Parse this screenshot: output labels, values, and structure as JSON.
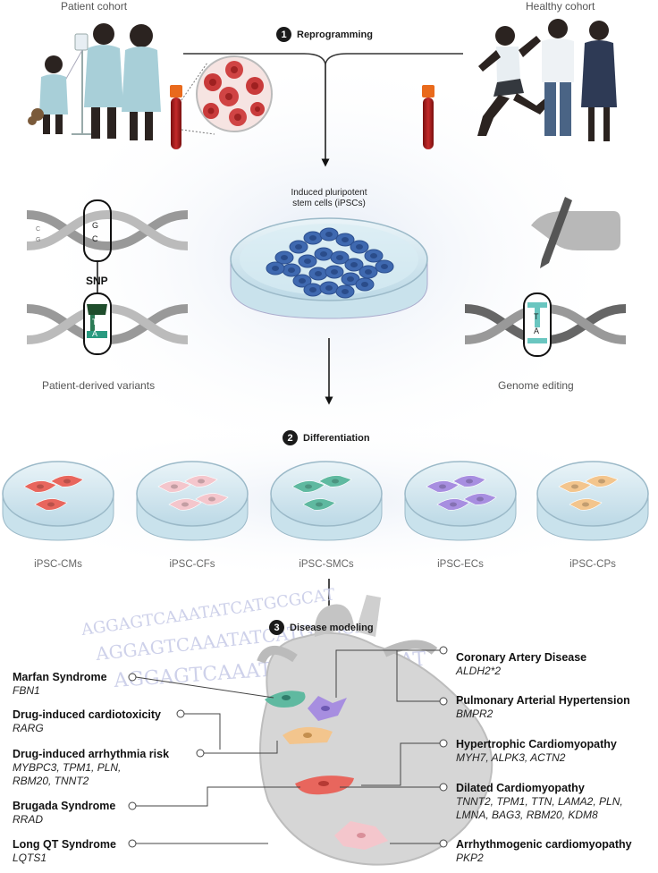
{
  "cohorts": {
    "patient": "Patient cohort",
    "healthy": "Healthy cohort"
  },
  "steps": [
    {
      "number": "1",
      "title": "Reprogramming"
    },
    {
      "number": "2",
      "title": "Differentiation"
    },
    {
      "number": "3",
      "title": "Disease modeling"
    }
  ],
  "ipsc_label": [
    "Induced pluripotent",
    "stem cells (iPSCs)"
  ],
  "snp_label": "SNP",
  "dna_letters": {
    "top": [
      "C",
      "G",
      "G",
      "C"
    ],
    "bottom": [
      "T",
      "A"
    ],
    "edit": [
      "T",
      "A"
    ]
  },
  "side_labels": {
    "left": "Patient-derived variants",
    "right": "Genome editing"
  },
  "cell_types": [
    {
      "label": "iPSC-CMs",
      "color": "#e8665d"
    },
    {
      "label": "iPSC-CFs",
      "color": "#f4c6cc"
    },
    {
      "label": "iPSC-SMCs",
      "color": "#5fb9a0"
    },
    {
      "label": "iPSC-ECs",
      "color": "#a78ee0"
    },
    {
      "label": "iPSC-CPs",
      "color": "#f3c58d"
    }
  ],
  "dna_sequence_text": [
    "AGGAGTCAAATATCATGCGCAT",
    "AGGAGTCAAATATCATGCGCAT",
    "AGGAGTCAAATATCATGCGCAT"
  ],
  "diseases_left": [
    {
      "name": "Marfan Syndrome",
      "genes": [
        "FBN1"
      ]
    },
    {
      "name": "Drug-induced cardiotoxicity",
      "genes": [
        "RARG"
      ]
    },
    {
      "name": "Drug-induced arrhythmia risk",
      "genes": [
        "MYBPC3, TPM1, PLN,",
        "RBM20, TNNT2"
      ]
    },
    {
      "name": "Brugada Syndrome",
      "genes": [
        "RRAD"
      ]
    },
    {
      "name": "Long QT Syndrome",
      "genes": [
        "LQTS1"
      ]
    }
  ],
  "diseases_right": [
    {
      "name": "Coronary Artery Disease",
      "genes": [
        "ALDH2*2"
      ]
    },
    {
      "name": "Pulmonary Arterial Hypertension",
      "genes": [
        "BMPR2"
      ]
    },
    {
      "name": "Hypertrophic Cardiomyopathy",
      "genes": [
        "MYH7, ALPK3, ACTN2"
      ]
    },
    {
      "name": "Dilated Cardiomyopathy",
      "genes": [
        "TNNT2, TPM1, TTN, LAMA2, PLN,",
        "LMNA, BAG3, RBM20, KDM8"
      ]
    },
    {
      "name": "Arrhythmogenic cardiomyopathy",
      "genes": [
        "PKP2"
      ]
    }
  ],
  "colors": {
    "blood": "#9e1b1b",
    "cap": "#e96a1c",
    "dish": "#cfe6ee",
    "ipsc": "#3f69b0",
    "heart": "#d3d3d3",
    "bg_glow": "#dfe7f3"
  }
}
